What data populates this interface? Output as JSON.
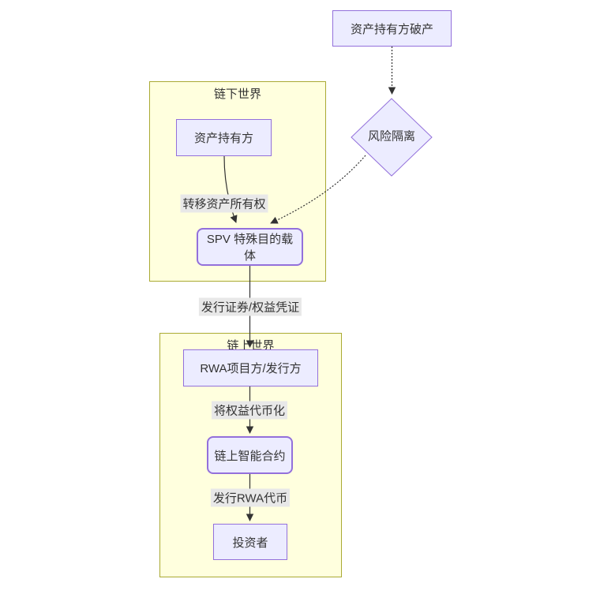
{
  "diagram": {
    "type": "flowchart",
    "clusters": {
      "offchain": {
        "title": "链下世界"
      },
      "onchain": {
        "title": "链上世界"
      }
    },
    "nodes": {
      "bankruptcy": {
        "label": "资产持有方破产",
        "shape": "rect"
      },
      "risk_isolation": {
        "label": "风险隔离",
        "shape": "diamond"
      },
      "asset_holder": {
        "label": "资产持有方",
        "shape": "rect"
      },
      "spv": {
        "label": "SPV 特殊目的载体",
        "shape": "rounded-rect"
      },
      "rwa_issuer": {
        "label": "RWA项目方/发行方",
        "shape": "rect"
      },
      "smart_contract": {
        "label": "链上智能合约",
        "shape": "rounded-rect"
      },
      "investor": {
        "label": "投资者",
        "shape": "rect"
      }
    },
    "edges": [
      {
        "from": "bankruptcy",
        "to": "risk_isolation",
        "style": "dotted",
        "label": ""
      },
      {
        "from": "risk_isolation",
        "to": "spv",
        "style": "dotted",
        "label": ""
      },
      {
        "from": "asset_holder",
        "to": "spv",
        "style": "solid",
        "label": "转移资产所有权"
      },
      {
        "from": "spv",
        "to": "rwa_issuer",
        "style": "solid",
        "label": "发行证券/权益凭证"
      },
      {
        "from": "rwa_issuer",
        "to": "smart_contract",
        "style": "solid",
        "label": "将权益代币化"
      },
      {
        "from": "smart_contract",
        "to": "investor",
        "style": "solid",
        "label": "发行RWA代币"
      }
    ],
    "edge_labels": {
      "transfer_ownership": "转移资产所有权",
      "issue_securities": "发行证券/权益凭证",
      "tokenize_equity": "将权益代币化",
      "issue_rwa_tokens": "发行RWA代币"
    },
    "colors": {
      "node_fill": "#ececff",
      "node_border": "#9370db",
      "cluster_fill": "#ffffde",
      "cluster_border": "#aaaa33",
      "edge_stroke": "#333333",
      "edge_label_bg": "#e8e8e8",
      "text": "#333333",
      "background": "#ffffff"
    }
  }
}
